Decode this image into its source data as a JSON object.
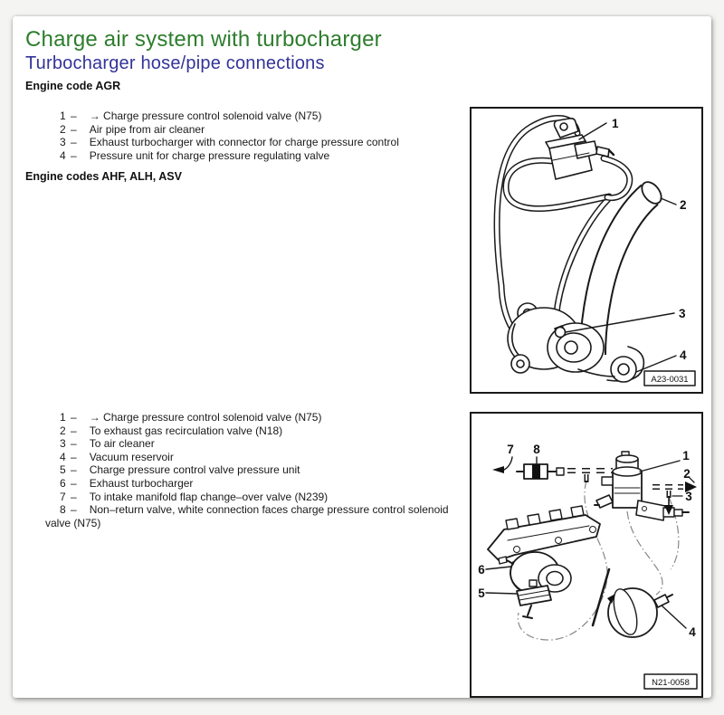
{
  "page": {
    "title": "Charge air system with turbocharger",
    "subtitle": "Turbocharger hose/pipe connections"
  },
  "ui": {
    "dash": "–"
  },
  "colors": {
    "title_green": "#2d7d2d",
    "subtitle_blue": "#333399"
  },
  "sections": [
    {
      "heading": "Engine code AGR",
      "items": [
        {
          "num": "1",
          "text": "→ Charge pressure control solenoid valve (N75)"
        },
        {
          "num": "2",
          "text": "Air pipe from air cleaner"
        },
        {
          "num": "3",
          "text": "Exhaust turbocharger with connector for charge pressure control"
        },
        {
          "num": "4",
          "text": "Pressure unit for charge pressure regulating valve"
        }
      ]
    },
    {
      "heading": "Engine codes AHF, ALH, ASV",
      "items": [
        {
          "num": "1",
          "text": "→ Charge pressure control solenoid valve (N75)"
        },
        {
          "num": "2",
          "text": "To exhaust gas recirculation valve (N18)"
        },
        {
          "num": "3",
          "text": "To air cleaner"
        },
        {
          "num": "4",
          "text": "Vacuum reservoir"
        },
        {
          "num": "5",
          "text": "Charge pressure control valve pressure unit"
        },
        {
          "num": "6",
          "text": "Exhaust turbocharger"
        },
        {
          "num": "7",
          "text": "To intake manifold flap change–over valve (N239)"
        },
        {
          "num": "8",
          "text": "Non–return valve, white connection faces charge pressure control solenoid valve (N75)"
        }
      ]
    }
  ],
  "diagrams": [
    {
      "id": "A23-0031",
      "callouts": [
        "1",
        "2",
        "3",
        "4"
      ]
    },
    {
      "id": "N21-0058",
      "callouts": [
        "1",
        "2",
        "3",
        "4",
        "5",
        "6",
        "7",
        "8"
      ]
    }
  ]
}
